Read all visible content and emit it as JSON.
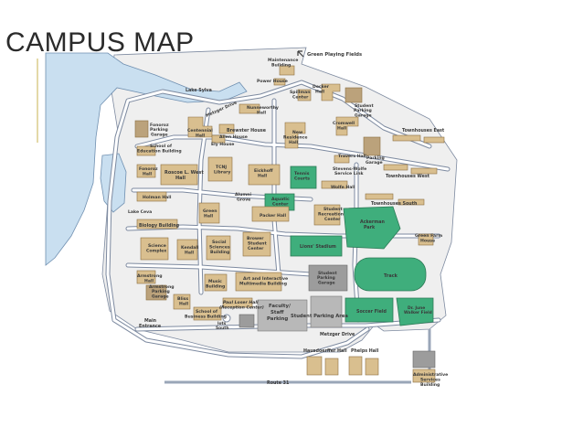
{
  "title": "CAMPUS MAP",
  "colors": {
    "background": "#ffffff",
    "campus_ground": "#efefef",
    "road": "#ffffff",
    "road_edge": "#7d8aa0",
    "water": "#c9dff0",
    "water_edge": "#6f8fb0",
    "building": "#d9bf8f",
    "building_edge": "#8a6e40",
    "building_dark": "#bba27b",
    "athletic_field": "#3fae7c",
    "parking": "#b8b8b8",
    "parking_dark": "#9c9c9c",
    "title_text": "#2b2b2b",
    "title_rule": "#e4d9a8"
  },
  "labels": {
    "green_playing_fields": "Green Playing Fields",
    "maintenance_building": [
      "Maintenance",
      "Building"
    ],
    "power_house": "Power House",
    "lake_sylva": "Lake Sylva",
    "metzger_drive_top": "Metzger Drive",
    "spillman_center": [
      "Spillman",
      "Center"
    ],
    "decker_hall": [
      "Decker",
      "Hall"
    ],
    "student_parking_garage_ne": [
      "Student",
      "Parking",
      "Garage"
    ],
    "nuneworthy_hall": [
      "Nunneworthy",
      "Hall"
    ],
    "brewster_house": "Brewster House",
    "allen_house": "Allen House",
    "ely_house": "Ely House",
    "centennial_hall": [
      "Centennial",
      "Hall"
    ],
    "fonoroz_parking_garage": [
      "Fonoroz",
      "Parking",
      "Garage"
    ],
    "school_of_education": [
      "School of",
      "Education Building"
    ],
    "new_residence_hall": [
      "New",
      "Residence",
      "Hall"
    ],
    "cromwell_hall": [
      "Cromwell",
      "Hall"
    ],
    "townhouses_east": "Townhouses East",
    "travers_hall": "Travers Hall",
    "parking_garage_east": [
      "Parking",
      "Garage"
    ],
    "stevens_wolfe_service_link": [
      "Stevens-Wolfe",
      "Service Link"
    ],
    "townhouses_west": "Townhouses West",
    "fonoroz_hall": [
      "Fonoroz",
      "Hall"
    ],
    "roscoe_west_hall": [
      "Roscoe L. West",
      "Hall"
    ],
    "tcnj_library": [
      "TCNJ",
      "Library"
    ],
    "eickhoff_hall": [
      "Eickhoff",
      "Hall"
    ],
    "tennis_courts": [
      "Tennis",
      "Courts"
    ],
    "wolfe_hall": "Wolfe Hall",
    "townhouses_south": "Townhouses South",
    "holman_hall": "Holman Hall",
    "alumni_grove": [
      "Alumni",
      "Grove"
    ],
    "aquatic_center": [
      "Aquatic",
      "Center"
    ],
    "student_recreation_center": [
      "Student",
      "Recreation",
      "Center"
    ],
    "lake_ceva": "Lake Ceva",
    "green_hall": [
      "Green",
      "Hall"
    ],
    "packer_hall": "Packer Hall",
    "ackerman_park": [
      "Ackerman",
      "Park"
    ],
    "green_farm_house": [
      "Green Farm",
      "House"
    ],
    "biology_building": "Biology Building",
    "science_complex": [
      "Science",
      "Complex"
    ],
    "kendall_hall": [
      "Kendall",
      "Hall"
    ],
    "social_sciences_building": [
      "Social",
      "Sciences",
      "Building"
    ],
    "brower_student_center": [
      "Brower",
      "Student",
      "Center"
    ],
    "lions_stadium": "Lions' Stadium",
    "student_parking_garage_south": [
      "Student",
      "Parking",
      "Garage"
    ],
    "track": "Track",
    "armstrong_hall": [
      "Armstrong",
      "Hall"
    ],
    "armstrong_parking_garage": [
      "Armstrong",
      "Parking",
      "Garage"
    ],
    "music_building": [
      "Music",
      "Building"
    ],
    "art_interactive_multimedia": [
      "Art and Interactive",
      "Multimedia Building"
    ],
    "bliss_hall": [
      "Bliss",
      "Hall"
    ],
    "paul_loser_hall": [
      "Paul Loser Hall",
      "(Reception Center)"
    ],
    "school_of_business": [
      "School of",
      "Business Building"
    ],
    "faculty_staff_parking": [
      "Faculty/",
      "Staff",
      "Parking"
    ],
    "student_parking_area": "Student Parking Area",
    "soccer_field": "Soccer Field",
    "dr_june_walker_field": [
      "Dr. June",
      "Walker Field"
    ],
    "lots_south": [
      "lots",
      "South"
    ],
    "main_entrance": [
      "Main",
      "Entrance"
    ],
    "metzger_drive_bottom": "Metzger Drive",
    "hausdoerffer_hall": "Hausdoerffer Hall",
    "phelps_hall": "Phelps Hall",
    "administrative_services_building": [
      "Administrative",
      "Services",
      "Building"
    ],
    "route_31": "Route 31"
  }
}
